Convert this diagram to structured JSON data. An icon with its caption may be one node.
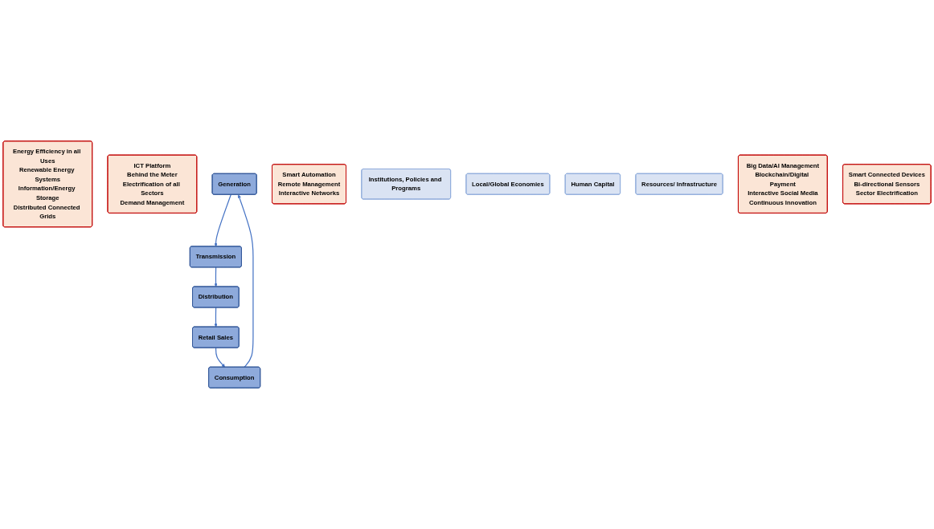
{
  "diagram": {
    "nodes": [
      {
        "text": [
          "Energy Efficiency in all Uses",
          "Renewable Energy Systems",
          "Information/Energy Storage",
          "Distributed Connected Grids"
        ]
      },
      {
        "text": [
          "ICT Platform",
          "Behind the Meter",
          "Electrification of all Sectors",
          "Demand Management"
        ]
      },
      {
        "text": [
          "Generation"
        ]
      },
      {
        "text": [
          "Smart Automation",
          "Remote Management",
          "Interactive Networks"
        ]
      },
      {
        "text": [
          "Consumption"
        ]
      },
      {
        "text": [
          "Institutions, Policies and Programs"
        ]
      },
      {
        "text": [
          "Local/Global Economies"
        ]
      },
      {
        "text": [
          "Transmission"
        ]
      },
      {
        "text": [
          "Human Capital"
        ]
      },
      {
        "text": [
          "Resources/ Infrastructure"
        ]
      },
      {
        "text": [
          "Big Data/AI Management",
          "Blockchain/Digital Payment",
          "Interactive Social Media",
          "Continuous Innovation"
        ]
      },
      {
        "text": [
          "Retail Sales"
        ]
      },
      {
        "text": [
          "Distribution"
        ]
      },
      {
        "text": [
          "Smart Connected Devices",
          "Bi-directional Sensors",
          "Sector Electrification"
        ]
      }
    ],
    "edges": [
      {
        "from": 2,
        "to": 7,
        "arrow": "to"
      },
      {
        "from": 7,
        "to": 12,
        "arrow": "to"
      },
      {
        "from": 12,
        "to": 11,
        "arrow": "to"
      },
      {
        "from": 11,
        "to": 4,
        "arrow": "to"
      },
      {
        "from": 4,
        "to": 2,
        "arrow": "to"
      }
    ]
  }
}
